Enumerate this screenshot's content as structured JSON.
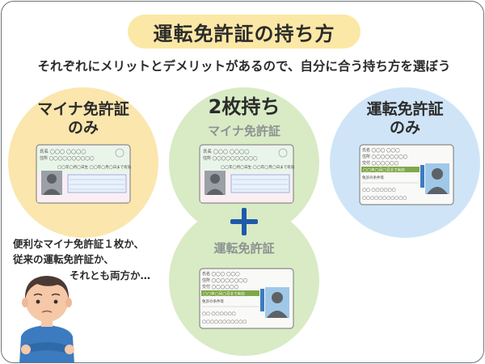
{
  "title": "運転免許証の持ち方",
  "subtitle": "それぞれにメリットとデメリットがあるので、自分に合う持ち方を選ぼう",
  "options": {
    "mynumber_only": {
      "line1": "マイナ免許証",
      "line2": "のみ"
    },
    "two_cards": {
      "heading": "2枚持ち",
      "card1": "マイナ免許証",
      "card2": "運転免許証"
    },
    "license_only": {
      "line1": "運転免許証",
      "line2": "のみ"
    }
  },
  "speech": {
    "line1": "便利なマイナ免許証１枚か、",
    "line2": "従来の運転免許証か、",
    "line3": "それとも両方か…"
  },
  "icons": {
    "mynumber_card": "mynumber-card-illustration",
    "license_card": "license-card-illustration",
    "plus": "plus-icon",
    "person": "thinking-person-illustration"
  },
  "colors": {
    "title_bg": "#fbe8a6",
    "left_circle": "#fbe6ad",
    "middle_circle": "#d8ebc5",
    "right_circle": "#cfe5f7",
    "plus": "#1f5aa8"
  }
}
